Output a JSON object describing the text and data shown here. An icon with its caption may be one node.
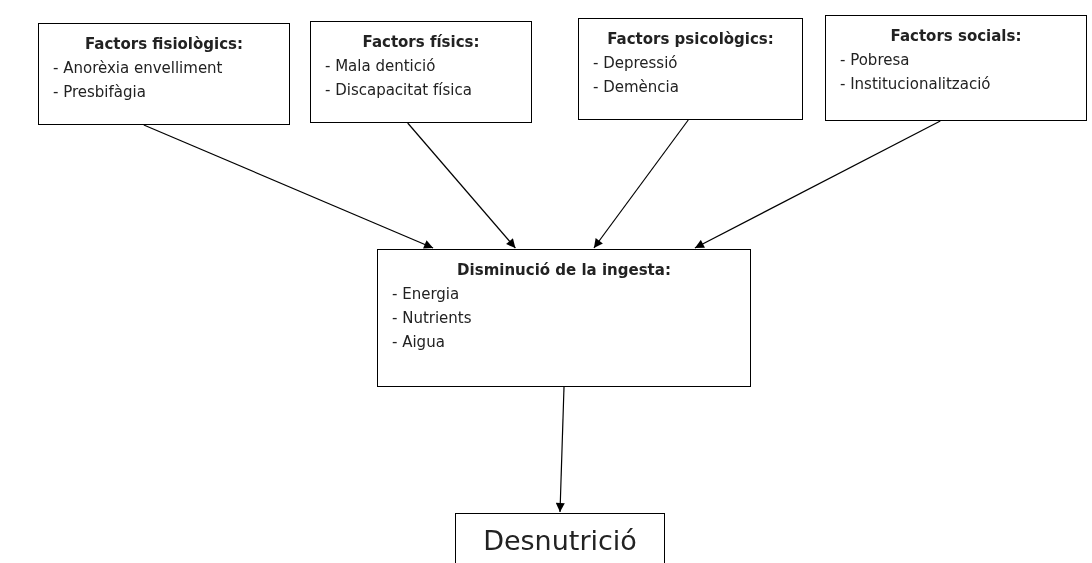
{
  "diagram": {
    "nodes": [
      {
        "text": [
          "Factors fisiològics:",
          "- Anorèxia envelliment",
          "- Presbifàgia"
        ]
      },
      {
        "text": [
          "Factors físics:",
          "- Mala dentició",
          "- Discapacitat física"
        ]
      },
      {
        "text": [
          "Factors psicològics:",
          "- Depressió",
          "- Demència"
        ]
      },
      {
        "text": [
          "Factors socials:",
          "- Pobresa",
          "- Institucionalització"
        ]
      },
      {
        "text": [
          "Disminució de la ingesta:",
          "- Energia",
          "- Nutrients",
          "- Aigua"
        ]
      },
      {
        "text": [
          "Desnutrició"
        ]
      }
    ],
    "edges": [
      {
        "from": 0,
        "to": 4,
        "arrow": "to"
      },
      {
        "from": 1,
        "to": 4,
        "arrow": "to"
      },
      {
        "from": 2,
        "to": 4,
        "arrow": "to"
      },
      {
        "from": 3,
        "to": 4,
        "arrow": "to"
      },
      {
        "from": 4,
        "to": 5,
        "arrow": "to"
      }
    ]
  }
}
